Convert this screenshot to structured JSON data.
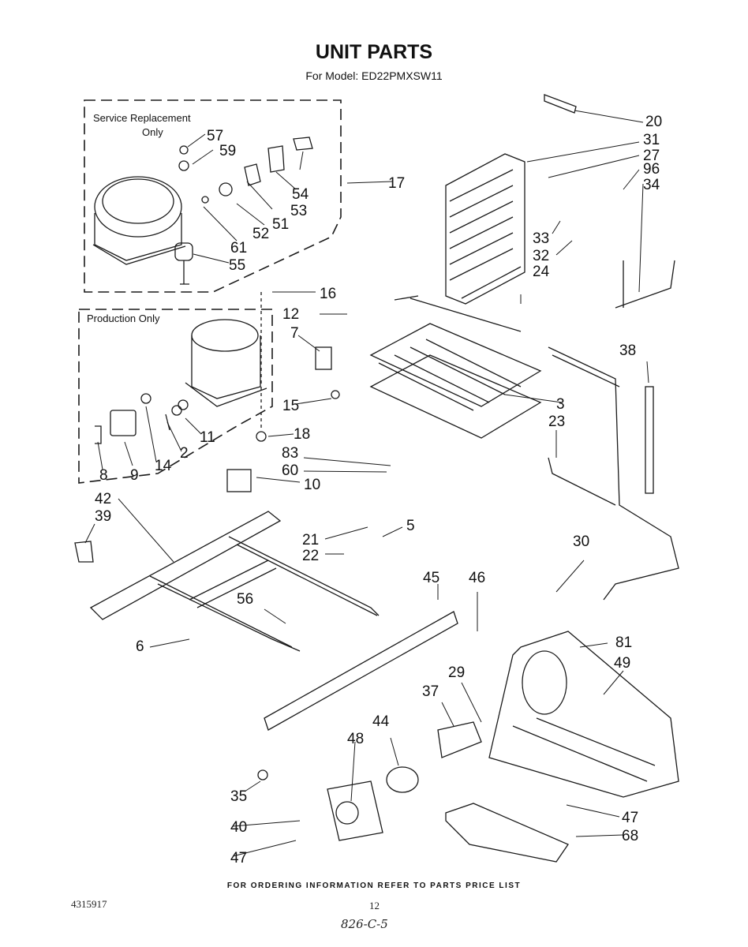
{
  "title": "UNIT PARTS",
  "model": "For Model: ED22PMXSW11",
  "callouts": {
    "service_replacement": "Service Replacement",
    "service_only": "Only",
    "production_only": "Production Only"
  },
  "footer": "FOR ORDERING INFORMATION REFER TO PARTS PRICE LIST",
  "doc_number": "4315917",
  "page_number": "12",
  "handwritten_note": "826-C-5",
  "part_labels": [
    "57",
    "59",
    "54",
    "53",
    "51",
    "52",
    "61",
    "55",
    "17",
    "16",
    "12",
    "7",
    "15",
    "18",
    "11",
    "2",
    "14",
    "9",
    "8",
    "20",
    "31",
    "27",
    "96",
    "34",
    "33",
    "32",
    "24",
    "3",
    "23",
    "38",
    "83",
    "60",
    "10",
    "5",
    "21",
    "22",
    "42",
    "39",
    "56",
    "6",
    "30",
    "45",
    "46",
    "81",
    "49",
    "29",
    "37",
    "44",
    "48",
    "35",
    "40",
    "47",
    "47",
    "68"
  ],
  "colors": {
    "ink": "#1a1a1a",
    "paper": "#ffffff"
  }
}
